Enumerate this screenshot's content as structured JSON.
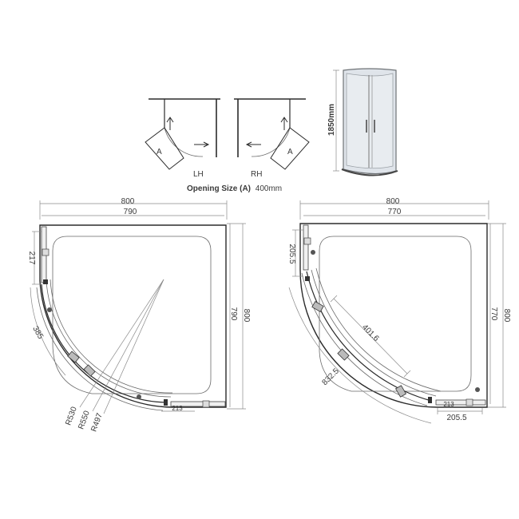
{
  "door_diagrams": {
    "lh_label": "LH",
    "rh_label": "RH",
    "a_label": "A",
    "opening_label": "Opening Size (A)",
    "opening_value": "400mm",
    "height_label": "1850mm"
  },
  "left_plan": {
    "width_outer": "800",
    "width_inner": "790",
    "height_outer": "800",
    "height_inner": "790",
    "side_dim": "217",
    "arc_dim": "385",
    "radii": [
      "R530",
      "R550",
      "R497"
    ]
  },
  "right_plan": {
    "width_outer": "800",
    "width_inner": "770",
    "height_outer": "800",
    "height_inner": "770",
    "side_dim": "205.5",
    "bottom_dim": "205.5",
    "diag_dim": "401.6",
    "arc_dim": "832.5"
  }
}
